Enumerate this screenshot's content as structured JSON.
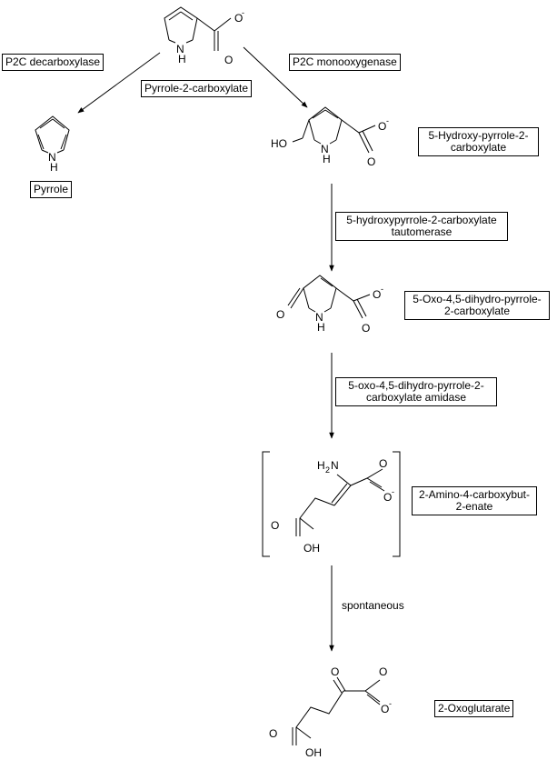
{
  "enzymes": {
    "p2c_decarboxylase": "P2C decarboxylase",
    "p2c_monooxygenase": "P2C monooxygenase",
    "tautomerase": [
      "5-hydroxypyrrole-2-carboxylate",
      "tautomerase"
    ],
    "amidase": [
      "5-oxo-4,5-dihydro-pyrrole-2-",
      "carboxylate amidase"
    ],
    "spontaneous": "spontaneous"
  },
  "compounds": {
    "pyrrole_2_carboxylate": "Pyrrole-2-carboxylate",
    "pyrrole": "Pyrrole",
    "hydroxy_pyrrole": [
      "5-Hydroxy-pyrrole-2-",
      "carboxylate"
    ],
    "oxo_dihydro_pyrrole": [
      "5-Oxo-4,5-dihydro-pyrrole-",
      "2-carboxylate"
    ],
    "amino_carboxybutenate": [
      "2-Amino-4-carboxybut-",
      "2-enate"
    ],
    "oxoglutarate": "2-Oxoglutarate"
  },
  "atoms": {
    "nitrogen_h": "N\nH",
    "N": "N",
    "H": "H",
    "O": "O",
    "minus": "-",
    "HO": "HO",
    "OH": "OH",
    "H2N_H": "H",
    "H2N_2": "2",
    "H2N_N": "N"
  }
}
